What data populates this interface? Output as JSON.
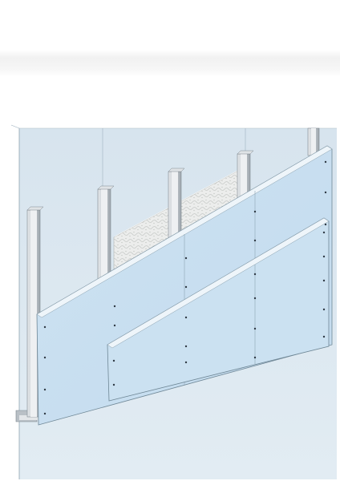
{
  "colors": {
    "background": "#ffffff",
    "back_wall": "#dce8f1",
    "board_face": "#c8dff0",
    "board_face_light": "#d6e7f4",
    "board_edge": "#f2f7fb",
    "board_outline": "#6f8796",
    "stud": "#c9ced3",
    "stud_shadow": "#9aa2a9",
    "insulation": "#e9ebea",
    "screw": "#2f3a44"
  },
  "components": [
    {
      "name": "metal-stud",
      "icon": "c-channel-stud-icon",
      "count": 5
    },
    {
      "name": "floor-track",
      "icon": "u-channel-track-icon"
    },
    {
      "name": "insulation",
      "icon": "mineral-wool-icon"
    },
    {
      "name": "board-layer-1",
      "icon": "plasterboard-icon"
    },
    {
      "name": "board-layer-2",
      "icon": "plasterboard-icon"
    }
  ]
}
